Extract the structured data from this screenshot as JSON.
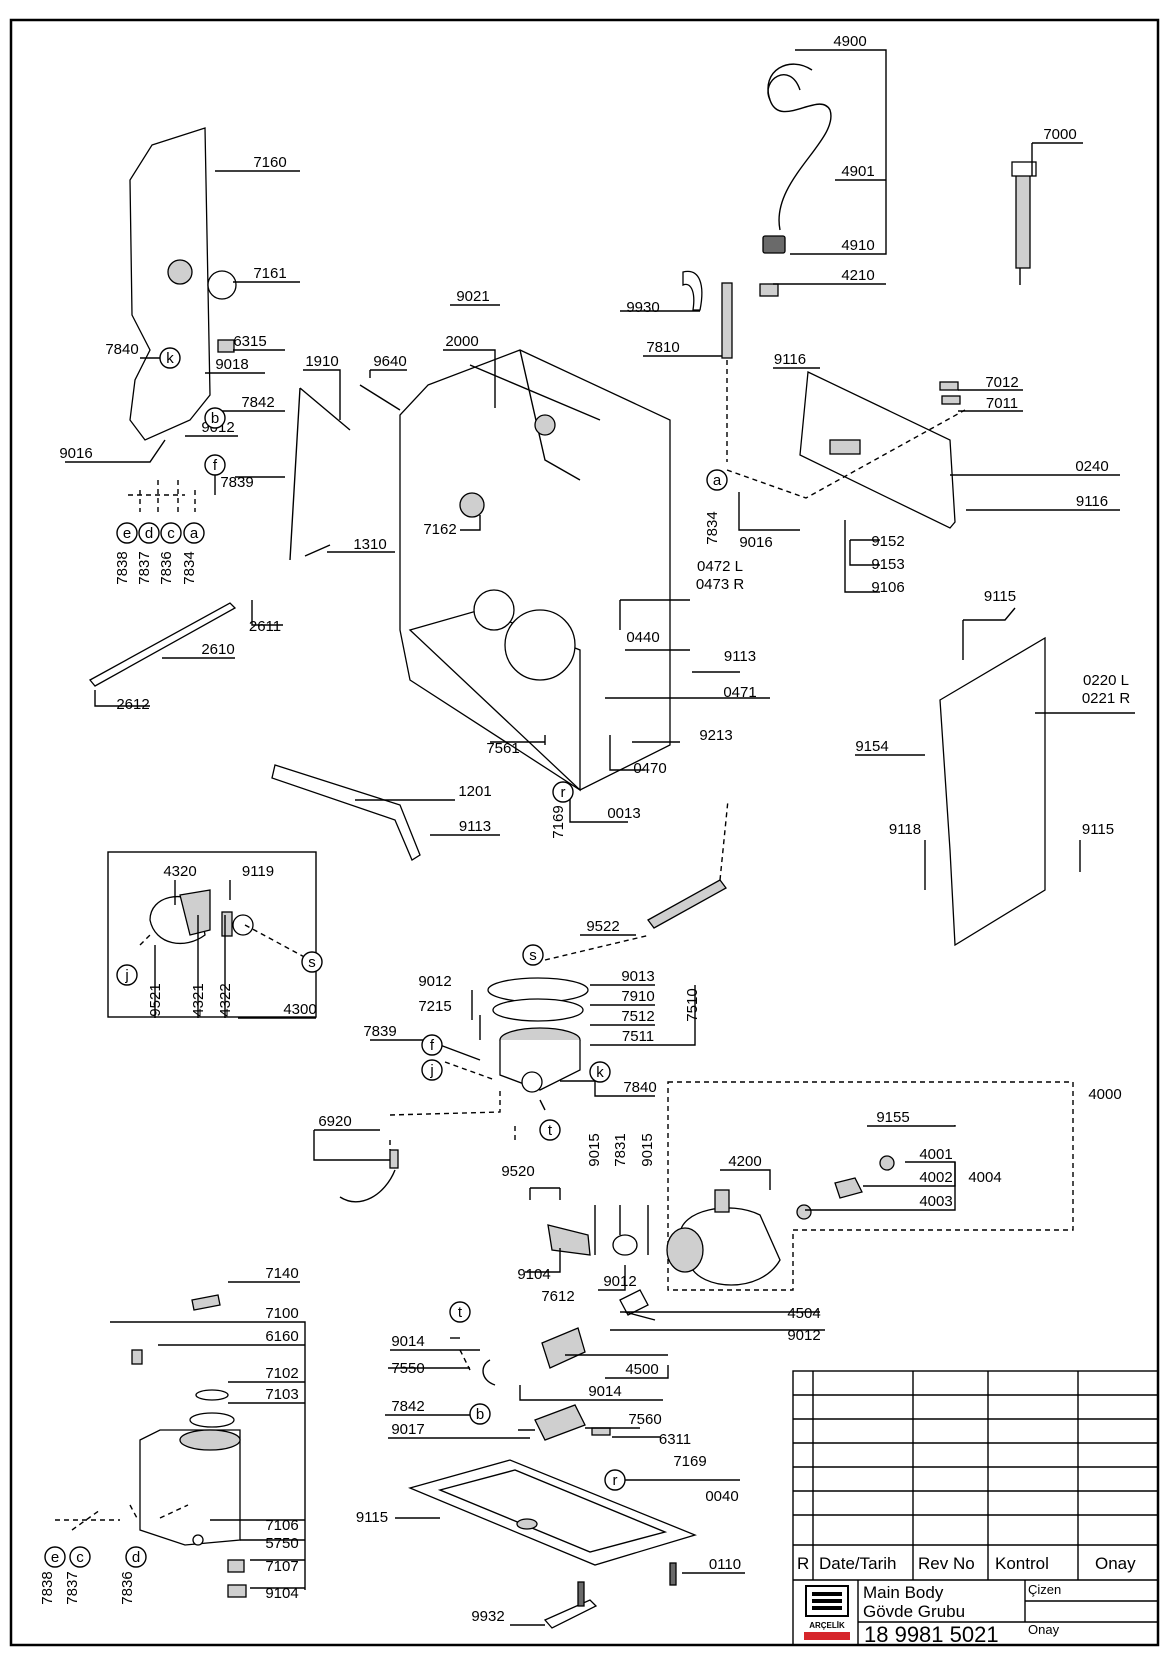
{
  "labels": [
    {
      "id": "4900",
      "t": "4900"
    },
    {
      "id": "4901",
      "t": "4901"
    },
    {
      "id": "4910",
      "t": "4910"
    },
    {
      "id": "4210",
      "t": "4210"
    },
    {
      "id": "7000",
      "t": "7000"
    },
    {
      "id": "7160",
      "t": "7160"
    },
    {
      "id": "7161",
      "t": "7161"
    },
    {
      "id": "6315",
      "t": "6315"
    },
    {
      "id": "7840a",
      "t": "7840"
    },
    {
      "id": "9018",
      "t": "9018"
    },
    {
      "id": "7842a",
      "t": "7842"
    },
    {
      "id": "9012a",
      "t": "9012"
    },
    {
      "id": "9016a",
      "t": "9016"
    },
    {
      "id": "7839a",
      "t": "7839"
    },
    {
      "id": "1910",
      "t": "1910"
    },
    {
      "id": "9640",
      "t": "9640"
    },
    {
      "id": "9021",
      "t": "9021"
    },
    {
      "id": "2000",
      "t": "2000"
    },
    {
      "id": "9930",
      "t": "9930"
    },
    {
      "id": "7810",
      "t": "7810"
    },
    {
      "id": "9116a",
      "t": "9116"
    },
    {
      "id": "7012",
      "t": "7012"
    },
    {
      "id": "7011",
      "t": "7011"
    },
    {
      "id": "0240",
      "t": "0240"
    },
    {
      "id": "9116b",
      "t": "9116"
    },
    {
      "id": "9016b",
      "t": "9016"
    },
    {
      "id": "9152",
      "t": "9152"
    },
    {
      "id": "9153",
      "t": "9153"
    },
    {
      "id": "9106",
      "t": "9106"
    },
    {
      "id": "7162",
      "t": "7162"
    },
    {
      "id": "1310",
      "t": "1310"
    },
    {
      "id": "0472",
      "t": "0472 L"
    },
    {
      "id": "0473",
      "t": "0473 R"
    },
    {
      "id": "0440",
      "t": "0440"
    },
    {
      "id": "9113a",
      "t": "9113"
    },
    {
      "id": "0471",
      "t": "0471"
    },
    {
      "id": "9213",
      "t": "9213"
    },
    {
      "id": "0470",
      "t": "0470"
    },
    {
      "id": "7561",
      "t": "7561"
    },
    {
      "id": "0013",
      "t": "0013"
    },
    {
      "id": "2611",
      "t": "2611"
    },
    {
      "id": "2610",
      "t": "2610"
    },
    {
      "id": "2612",
      "t": "2612"
    },
    {
      "id": "1201",
      "t": "1201"
    },
    {
      "id": "9113b",
      "t": "9113"
    },
    {
      "id": "9115a",
      "t": "9115"
    },
    {
      "id": "0220",
      "t": "0220 L"
    },
    {
      "id": "0221",
      "t": "0221 R"
    },
    {
      "id": "9154",
      "t": "9154"
    },
    {
      "id": "9118",
      "t": "9118"
    },
    {
      "id": "9115b",
      "t": "9115"
    },
    {
      "id": "4320",
      "t": "4320"
    },
    {
      "id": "9119",
      "t": "9119"
    },
    {
      "id": "4300",
      "t": "4300"
    },
    {
      "id": "9522",
      "t": "9522"
    },
    {
      "id": "9012b",
      "t": "9012"
    },
    {
      "id": "9013",
      "t": "9013"
    },
    {
      "id": "7910",
      "t": "7910"
    },
    {
      "id": "7215",
      "t": "7215"
    },
    {
      "id": "7512",
      "t": "7512"
    },
    {
      "id": "7839b",
      "t": "7839"
    },
    {
      "id": "7511",
      "t": "7511"
    },
    {
      "id": "7840b",
      "t": "7840"
    },
    {
      "id": "4000",
      "t": "4000"
    },
    {
      "id": "6920",
      "t": "6920"
    },
    {
      "id": "9155",
      "t": "9155"
    },
    {
      "id": "4001",
      "t": "4001"
    },
    {
      "id": "4002",
      "t": "4002"
    },
    {
      "id": "4004",
      "t": "4004"
    },
    {
      "id": "4003",
      "t": "4003"
    },
    {
      "id": "4200",
      "t": "4200"
    },
    {
      "id": "9520",
      "t": "9520"
    },
    {
      "id": "9104a",
      "t": "9104"
    },
    {
      "id": "7612",
      "t": "7612"
    },
    {
      "id": "9012c",
      "t": "9012"
    },
    {
      "id": "4504",
      "t": "4504"
    },
    {
      "id": "9012d",
      "t": "9012"
    },
    {
      "id": "7140",
      "t": "7140"
    },
    {
      "id": "7100",
      "t": "7100"
    },
    {
      "id": "6160",
      "t": "6160"
    },
    {
      "id": "7102",
      "t": "7102"
    },
    {
      "id": "7103",
      "t": "7103"
    },
    {
      "id": "9014a",
      "t": "9014"
    },
    {
      "id": "7550",
      "t": "7550"
    },
    {
      "id": "4500",
      "t": "4500"
    },
    {
      "id": "9014b",
      "t": "9014"
    },
    {
      "id": "7842b",
      "t": "7842"
    },
    {
      "id": "7560",
      "t": "7560"
    },
    {
      "id": "9017",
      "t": "9017"
    },
    {
      "id": "6311",
      "t": "6311"
    },
    {
      "id": "7169b",
      "t": "7169"
    },
    {
      "id": "0040",
      "t": "0040"
    },
    {
      "id": "9115c",
      "t": "9115"
    },
    {
      "id": "7106",
      "t": "7106"
    },
    {
      "id": "5750",
      "t": "5750"
    },
    {
      "id": "7107",
      "t": "7107"
    },
    {
      "id": "9104b",
      "t": "9104"
    },
    {
      "id": "0110",
      "t": "0110"
    },
    {
      "id": "9932",
      "t": "9932"
    }
  ],
  "vlabels": [
    {
      "id": "7838a",
      "t": "7838"
    },
    {
      "id": "7837a",
      "t": "7837"
    },
    {
      "id": "7836a",
      "t": "7836"
    },
    {
      "id": "7834a",
      "t": "7834"
    },
    {
      "id": "7834b",
      "t": "7834"
    },
    {
      "id": "7169a",
      "t": "7169"
    },
    {
      "id": "9521",
      "t": "9521"
    },
    {
      "id": "4321",
      "t": "4321"
    },
    {
      "id": "4322",
      "t": "4322"
    },
    {
      "id": "7510",
      "t": "7510"
    },
    {
      "id": "9015a",
      "t": "9015"
    },
    {
      "id": "7831",
      "t": "7831"
    },
    {
      "id": "9015b",
      "t": "9015"
    },
    {
      "id": "7838b",
      "t": "7838"
    },
    {
      "id": "7837b",
      "t": "7837"
    },
    {
      "id": "7836b",
      "t": "7836"
    }
  ],
  "callouts": [
    {
      "id": "k1",
      "t": "k"
    },
    {
      "id": "b1",
      "t": "b"
    },
    {
      "id": "f1",
      "t": "f"
    },
    {
      "id": "e1",
      "t": "e"
    },
    {
      "id": "d1",
      "t": "d"
    },
    {
      "id": "c1",
      "t": "c"
    },
    {
      "id": "a1",
      "t": "a"
    },
    {
      "id": "a2",
      "t": "a"
    },
    {
      "id": "r1",
      "t": "r"
    },
    {
      "id": "j1",
      "t": "j"
    },
    {
      "id": "s1",
      "t": "s"
    },
    {
      "id": "s2",
      "t": "s"
    },
    {
      "id": "f2",
      "t": "f"
    },
    {
      "id": "j2",
      "t": "j"
    },
    {
      "id": "k2",
      "t": "k"
    },
    {
      "id": "t1",
      "t": "t"
    },
    {
      "id": "t2",
      "t": "t"
    },
    {
      "id": "b2",
      "t": "b"
    },
    {
      "id": "r2",
      "t": "r"
    },
    {
      "id": "e2",
      "t": "e"
    },
    {
      "id": "c2",
      "t": "c"
    },
    {
      "id": "d2",
      "t": "d"
    }
  ],
  "title_block": {
    "rev_col": "R",
    "date_col": "Date/Tarih",
    "rev_no_col": "Rev No",
    "kontrol_col": "Kontrol",
    "onay_col": "Onay",
    "title_en": "Main Body",
    "title_tr": "Gövde Grubu",
    "cizen": "Çizen",
    "onay": "Onay",
    "drawing_no": "18 9981 5021",
    "brand": "ARÇELİK",
    "brand_color": "#d6262b"
  }
}
